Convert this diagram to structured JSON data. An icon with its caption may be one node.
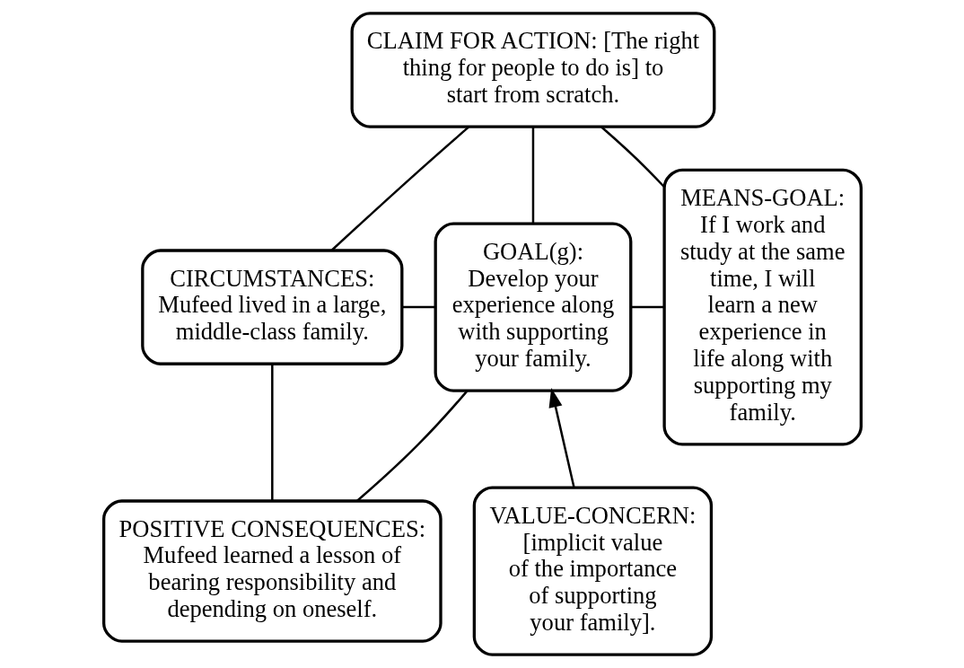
{
  "diagram": {
    "nodes": [
      {
        "text": [
          "CLAIM FOR ACTION: [The right thing for people to do is] to start from scratch."
        ]
      },
      {
        "text": [
          "CIRCUMSTANCES:",
          "Mufeed lived in a large, middle-class family."
        ]
      },
      {
        "text": [
          "GOAL(g):",
          "Develop your experience along with supporting your family."
        ]
      },
      {
        "text": [
          "MEANS-GOAL:",
          "If I work and study at the same time, I will learn a new experience in life along with supporting my family."
        ]
      },
      {
        "text": [
          "POSITIVE CONSEQUENCES:",
          "Mufeed learned a lesson of bearing responsibility and depending on oneself."
        ]
      },
      {
        "text": [
          "VALUE-CONCERN:",
          "[implicit value of the importance of supporting your family]."
        ]
      }
    ],
    "edges": [
      {
        "from": 0,
        "to": 1,
        "arrow": "none"
      },
      {
        "from": 0,
        "to": 2,
        "arrow": "none"
      },
      {
        "from": 0,
        "to": 3,
        "arrow": "none"
      },
      {
        "from": 1,
        "to": 2,
        "arrow": "none"
      },
      {
        "from": 2,
        "to": 3,
        "arrow": "none"
      },
      {
        "from": 1,
        "to": 4,
        "arrow": "none"
      },
      {
        "from": 2,
        "to": 4,
        "arrow": "none"
      },
      {
        "from": 5,
        "to": 2,
        "arrow": "to"
      }
    ]
  }
}
